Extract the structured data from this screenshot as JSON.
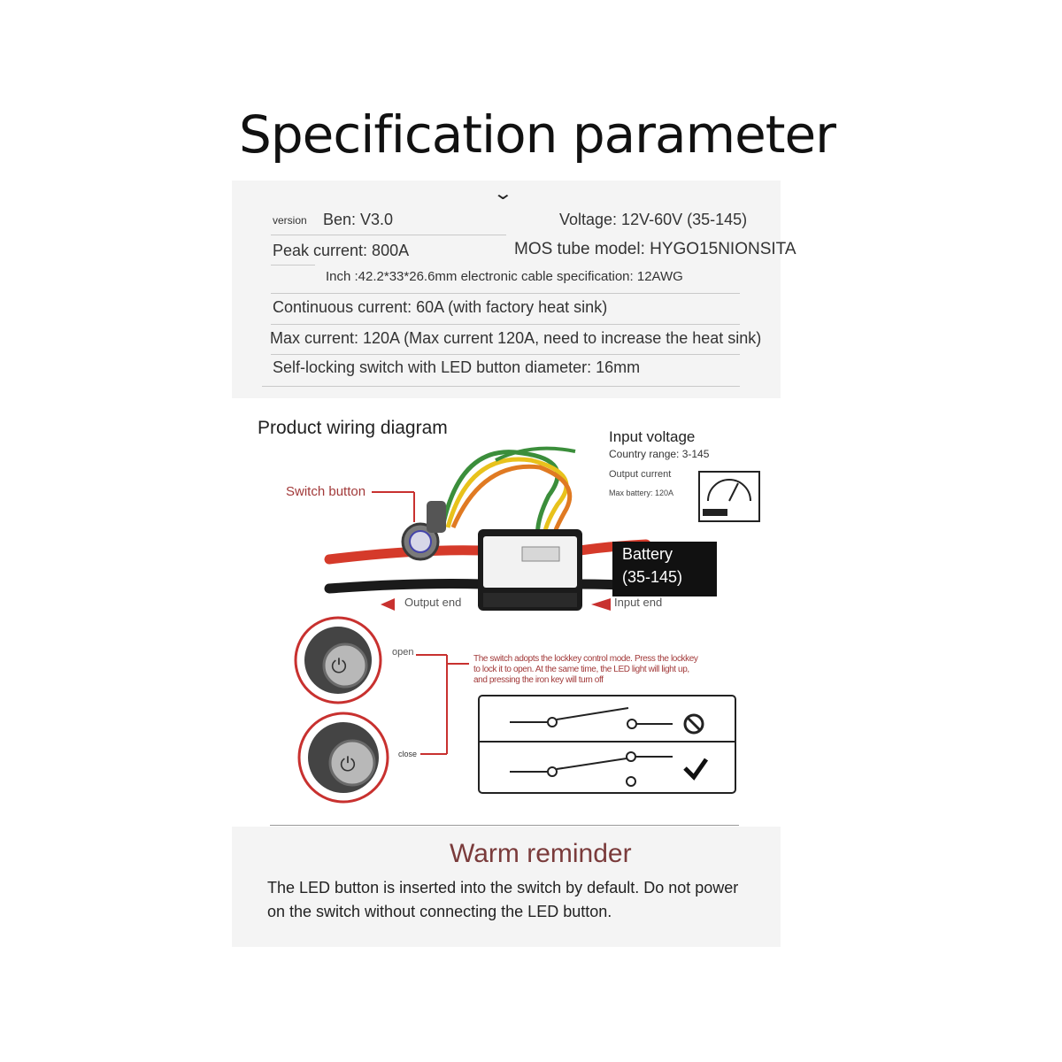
{
  "header": {
    "title": "Specification parameter"
  },
  "specs": {
    "version_label": "version",
    "version_value": "Ben: V3.0",
    "voltage": "Voltage: 12V-60V (35-145)",
    "peak_current": "Peak current: 800A",
    "mos_model": "MOS tube model: HYGO15NIONSITA",
    "size_cable": "Inch :42.2*33*26.6mm electronic cable specification: 12AWG",
    "continuous_current": "Continuous current: 60A (with factory heat sink)",
    "max_current": "Max current: 120A (Max current 120A, need to increase the heat sink)",
    "switch_diameter": "Self-locking switch with LED button diameter: 16mm"
  },
  "diagram": {
    "title": "Product wiring diagram",
    "switch_button": "Switch button",
    "input_voltage": "Input voltage",
    "country_range": "Country range: 3-145",
    "output_current": "Output current",
    "max_battery": "Max battery: 120A",
    "battery_line1": "Battery",
    "battery_line2": "(35-145)",
    "output_end": "Output end",
    "input_end": "Input end",
    "open": "open",
    "close": "close",
    "note_line1": "The switch adopts the lockkey control mode. Press the lockkey",
    "note_line2": "to lock it to open. At the same time, the LED light will light up,",
    "note_line3": "and pressing the iron key will turn off"
  },
  "reminder": {
    "title": "Warm reminder",
    "text": "The LED button is inserted into the switch by default. Do not power on the switch without connecting the LED button."
  },
  "colors": {
    "red_wire": "#d53a2a",
    "black_wire": "#1a1a1a",
    "accent_red": "#c8312f",
    "reminder_title": "#7a3b3b"
  }
}
